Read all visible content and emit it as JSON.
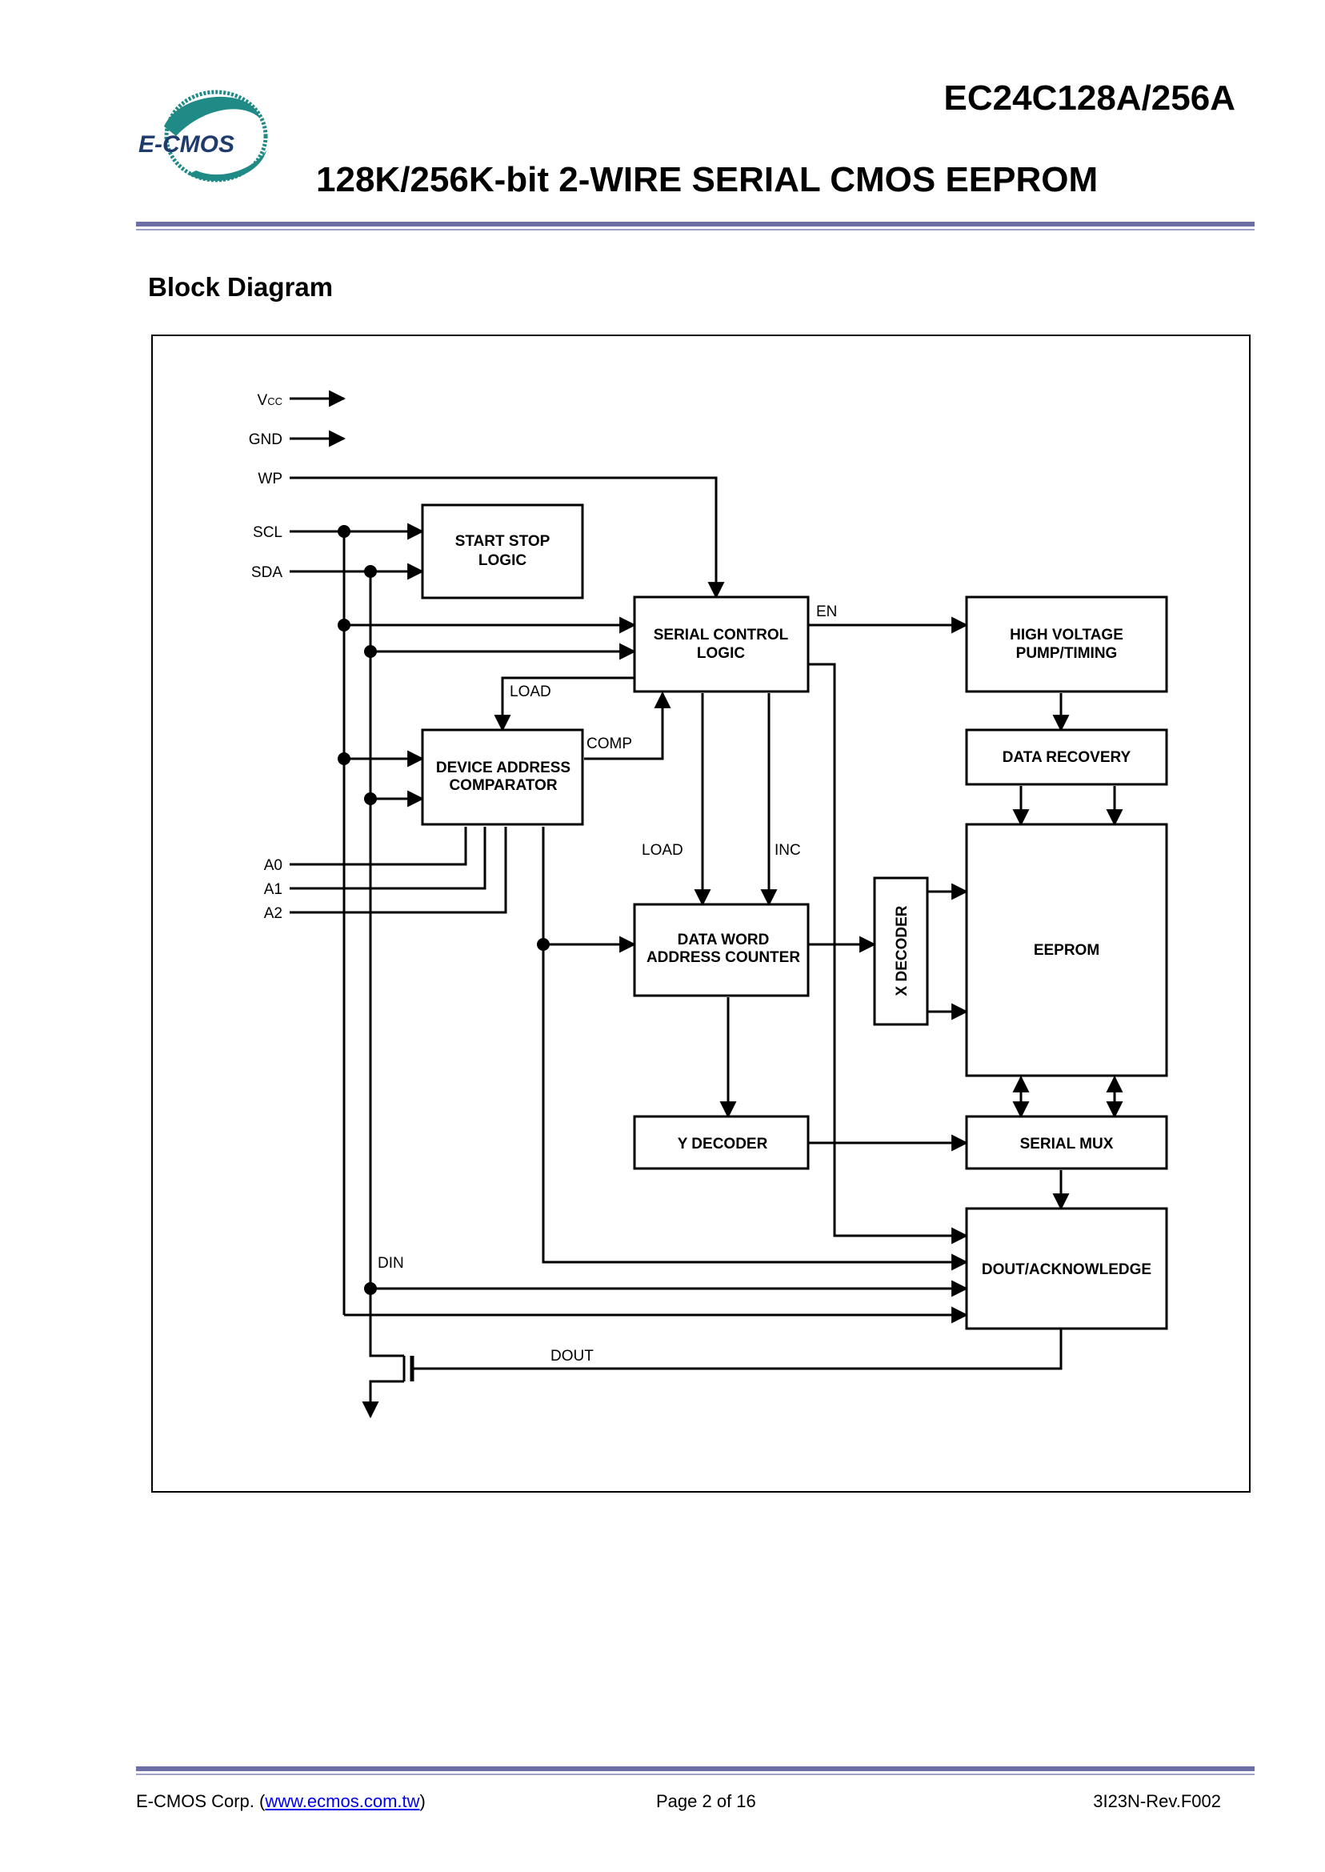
{
  "header": {
    "logo_text": "E-CMOS",
    "part_number": "EC24C128A/256A",
    "subtitle": "128K/256K-bit 2-WIRE SERIAL CMOS EEPROM"
  },
  "section_title": "Block Diagram",
  "diagram": {
    "pins": {
      "vcc_main": "V",
      "vcc_sub": "CC",
      "gnd": "GND",
      "wp": "WP",
      "scl": "SCL",
      "sda": "SDA",
      "a0": "A0",
      "a1": "A1",
      "a2": "A2"
    },
    "blocks": {
      "start_stop": [
        "START STOP",
        "LOGIC"
      ],
      "serial_control": [
        "SERIAL CONTROL",
        "LOGIC"
      ],
      "hv_pump": [
        "HIGH VOLTAGE",
        "PUMP/TIMING"
      ],
      "device_addr": [
        "DEVICE ADDRESS",
        "COMPARATOR"
      ],
      "data_recovery": "DATA RECOVERY",
      "eeprom": "EEPROM",
      "data_word": [
        "DATA WORD",
        "ADDRESS COUNTER"
      ],
      "x_decoder": "X DECODER",
      "y_decoder": "Y DECODER",
      "serial_mux": "SERIAL MUX",
      "dout_ack": "DOUT/ACKNOWLEDGE"
    },
    "signals": {
      "en": "EN",
      "load_top": "LOAD",
      "comp": "COMP",
      "load_mid": "LOAD",
      "inc": "INC",
      "din": "DIN",
      "dout": "DOUT"
    }
  },
  "footer": {
    "company_prefix": "E-CMOS Corp. (",
    "website": "www.ecmos.com.tw",
    "company_suffix": ")",
    "page": "Page 2 of 16",
    "revision": "3I23N-Rev.F002"
  }
}
